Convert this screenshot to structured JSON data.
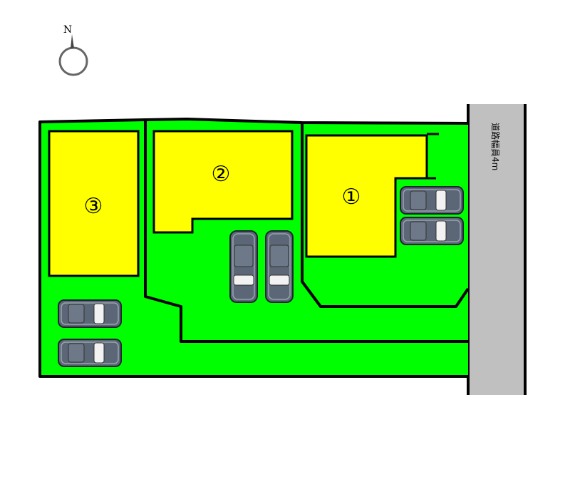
{
  "compass": {
    "label": "N",
    "icon": "north-arrow-icon"
  },
  "road": {
    "label": "道路幅員4m",
    "color": "#c0c0c0"
  },
  "lots": [
    {
      "id": "lot-1",
      "label": "①"
    },
    {
      "id": "lot-2",
      "label": "②"
    },
    {
      "id": "lot-3",
      "label": "③"
    }
  ],
  "parking_spaces": 6,
  "colors": {
    "site": "#00ff00",
    "building": "#ffff00",
    "boundary": "#000000",
    "car_body": "#5b6676",
    "car_window": "#f2f2f2"
  }
}
